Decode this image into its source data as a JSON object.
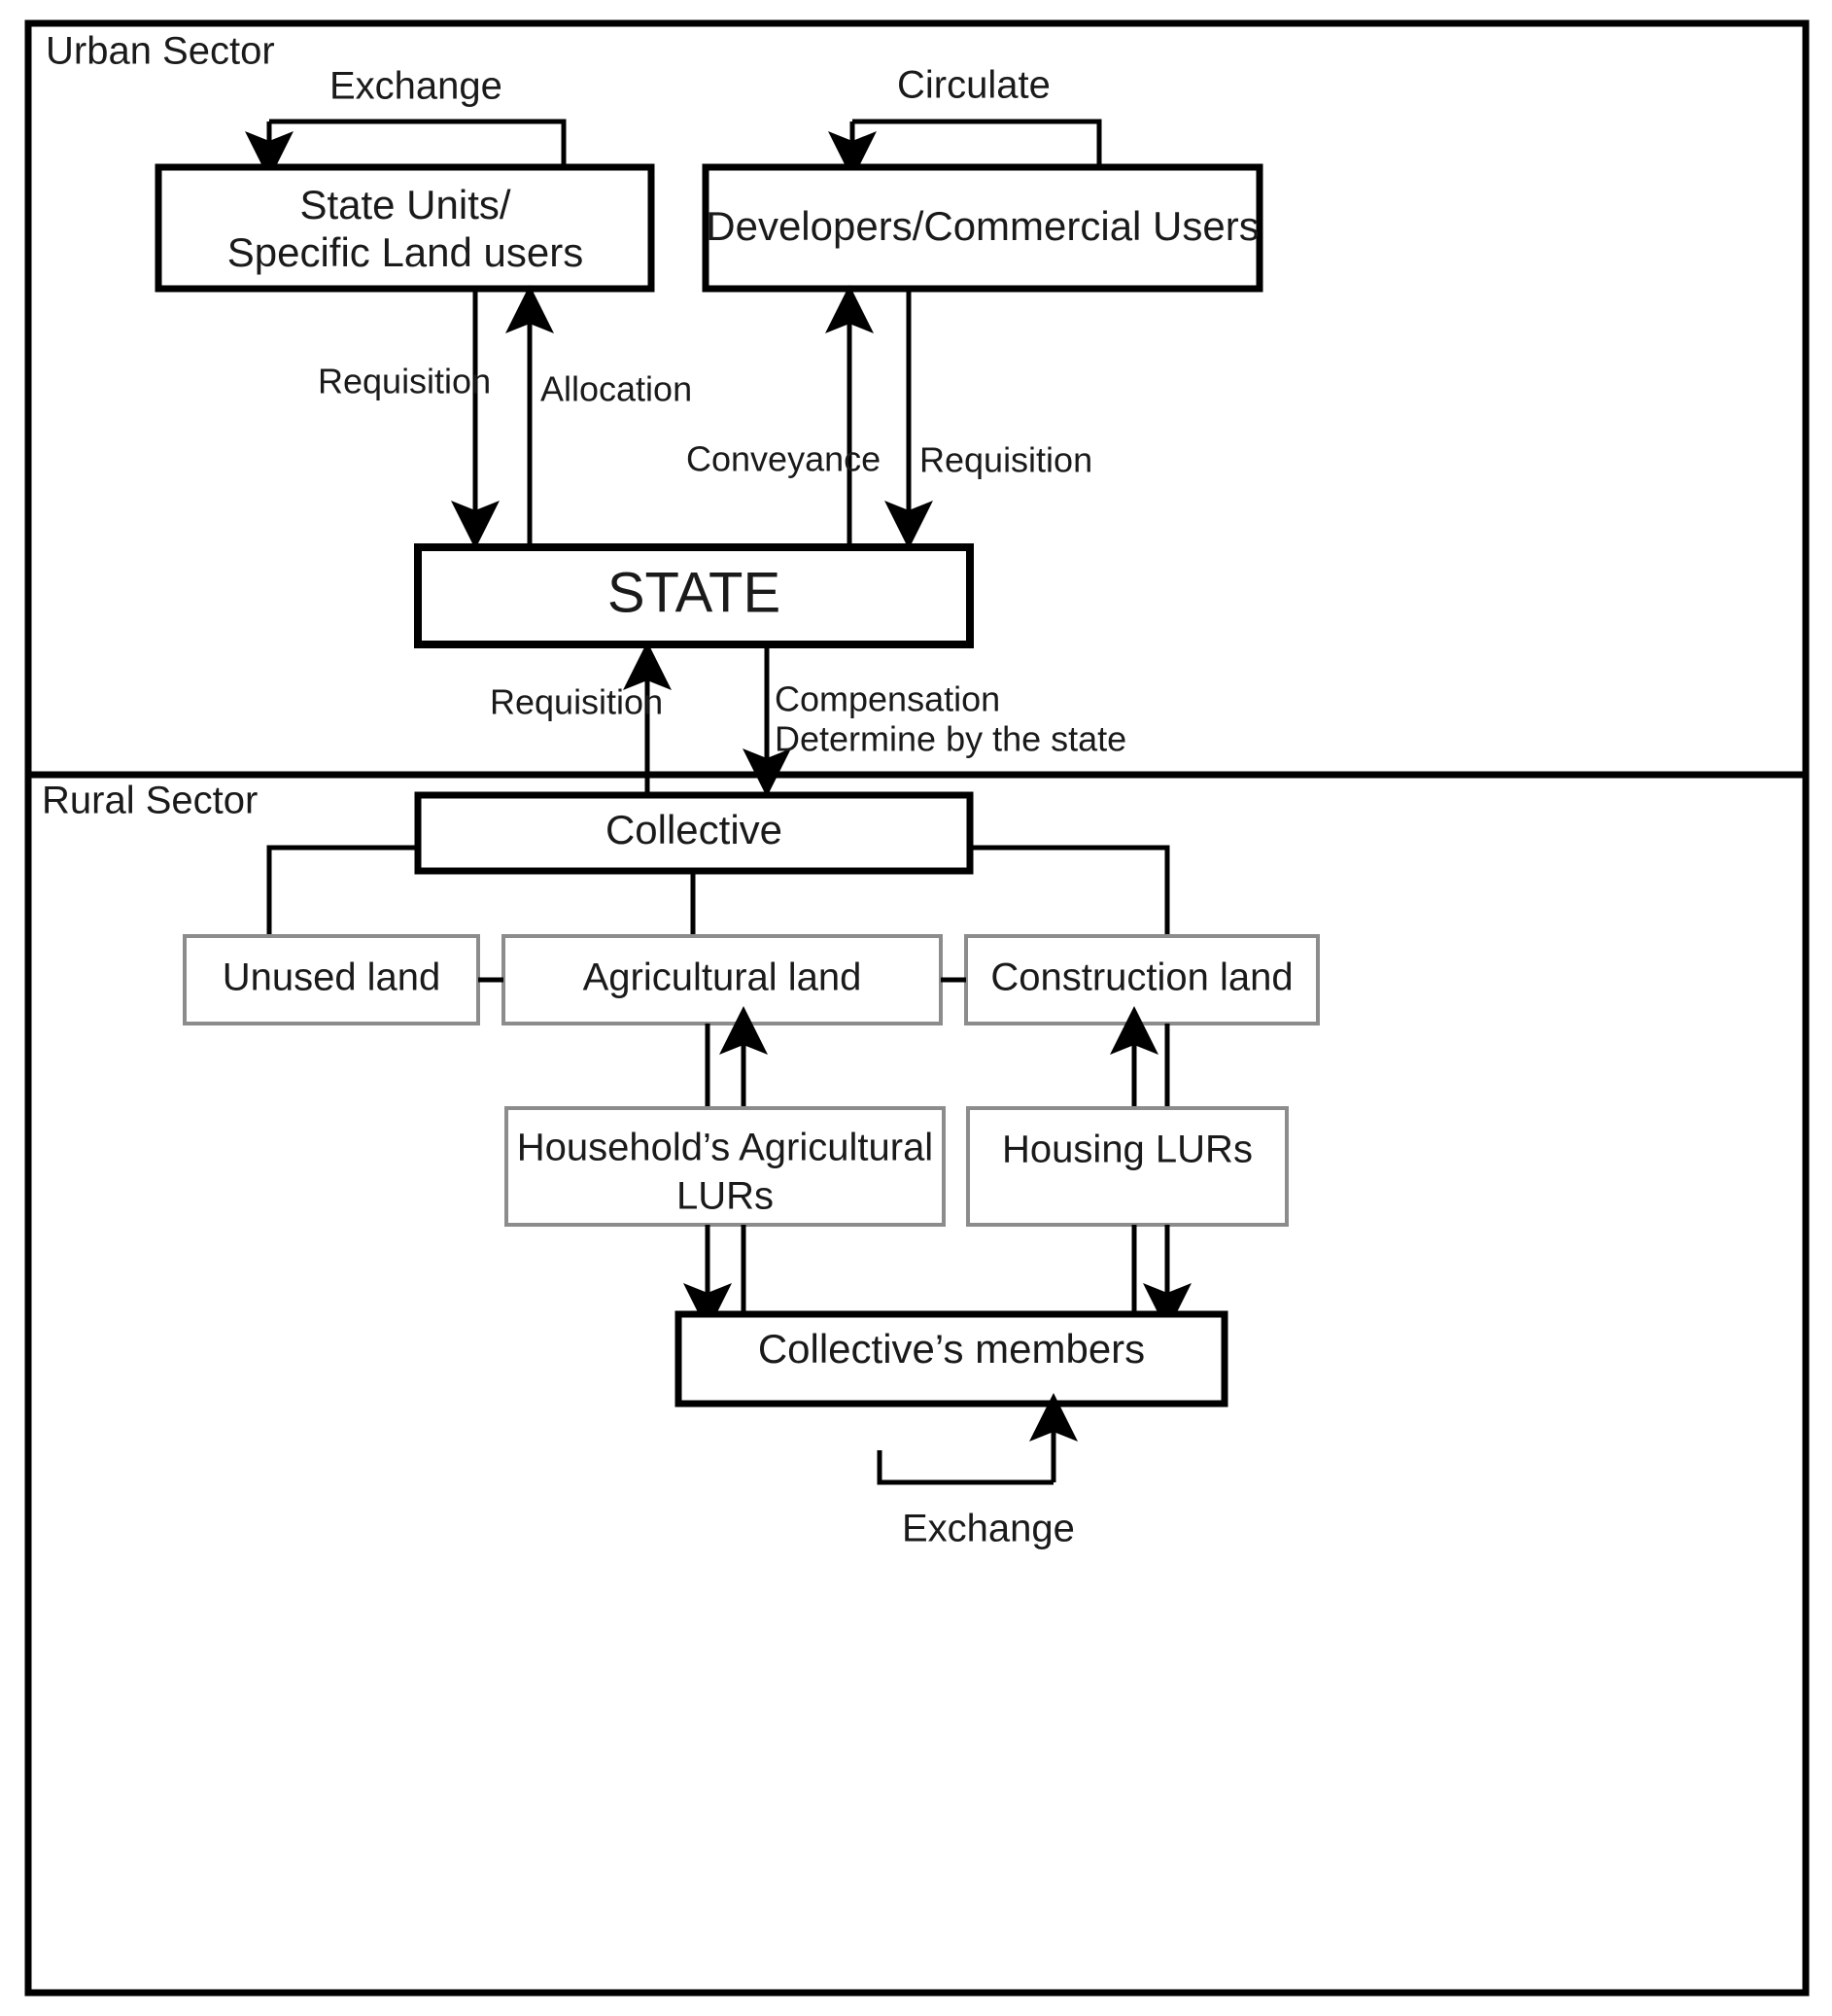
{
  "diagram": {
    "title_present": false,
    "sectors": {
      "urban": "Urban Sector",
      "rural": "Rural Sector"
    },
    "boxes": {
      "state_units": "State Units/\nSpecific Land users",
      "state_units_line1": "State Units/",
      "state_units_line2": "Specific Land users",
      "developers": "Developers/Commercial Users",
      "state": "STATE",
      "collective": "Collective",
      "unused_land": "Unused  land",
      "agricultural_land": "Agricultural land",
      "construction_land": "Construction land",
      "household_lurs_line1": "Household’s Agricultural",
      "household_lurs_line2": "LURs",
      "housing_lurs": "Housing LURs",
      "collective_members": "Collective’s members"
    },
    "edge_labels": {
      "exchange_top": "Exchange",
      "circulate": "Circulate",
      "requisition_state_units": "Requisition",
      "allocation": "Allocation",
      "conveyance": "Conveyance",
      "requisition_developers": "Requisition",
      "requisition_collective": "Requisition",
      "compensation_line1": "Compensation",
      "compensation_line2": "Determine by the state",
      "exchange_bottom": "Exchange"
    },
    "colors": {
      "stroke_strong": "#000000",
      "stroke_light": "#808080",
      "text": "#1a1a1a",
      "background": "#ffffff"
    }
  }
}
